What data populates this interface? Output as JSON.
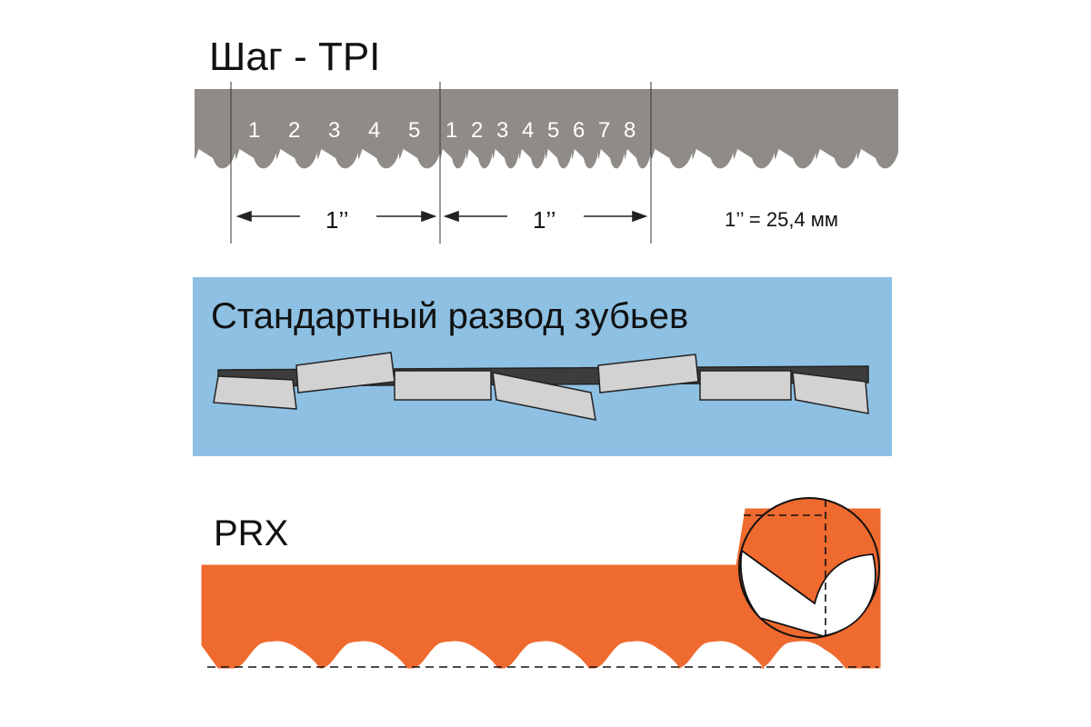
{
  "tpi_section": {
    "title": "Шаг - TPI",
    "numbers_5tpi": [
      "1",
      "2",
      "3",
      "4",
      "5"
    ],
    "numbers_8tpi": [
      "1",
      "2",
      "3",
      "4",
      "5",
      "6",
      "7",
      "8"
    ],
    "inch_label": "1’’",
    "conversion": "1’’ = 25,4 мм"
  },
  "set_section": {
    "title": "Стандартный развод зубьев"
  },
  "prx_section": {
    "title": "PRX"
  },
  "colors": {
    "blade_grey": "#8f8b87",
    "panel_blue": "#8dc0e3",
    "prx_orange": "#ef6a2e",
    "tooth_face": "#d3d3d3"
  }
}
